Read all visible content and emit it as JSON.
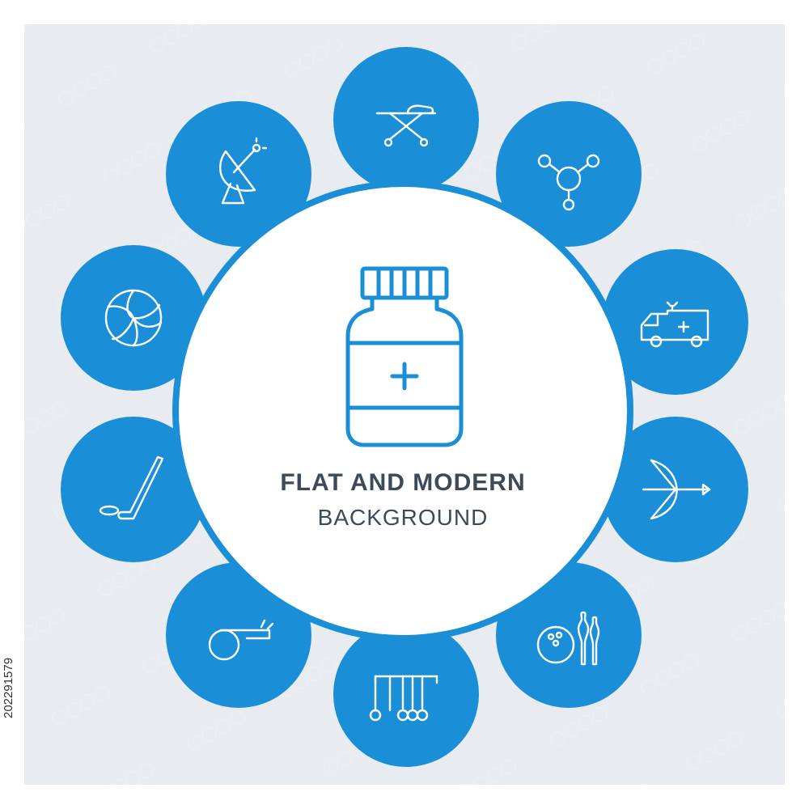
{
  "headline": "FLAT AND MODERN",
  "subline": "BACKGROUND",
  "stock_id": "202291579",
  "colors": {
    "accent": "#1a8fd8",
    "panel_background": "#e8ecf0",
    "text": "#3d4a57",
    "icon_stroke": "#ffffff"
  },
  "center_icon": "medicine-bottle-icon",
  "ring_icons": [
    "stretcher-icon",
    "molecule-icon",
    "ambulance-icon",
    "bow-and-arrow-icon",
    "bowling-icon",
    "newtons-cradle-icon",
    "whistle-icon",
    "hockey-stick-icon",
    "volleyball-icon",
    "satellite-dish-icon"
  ]
}
